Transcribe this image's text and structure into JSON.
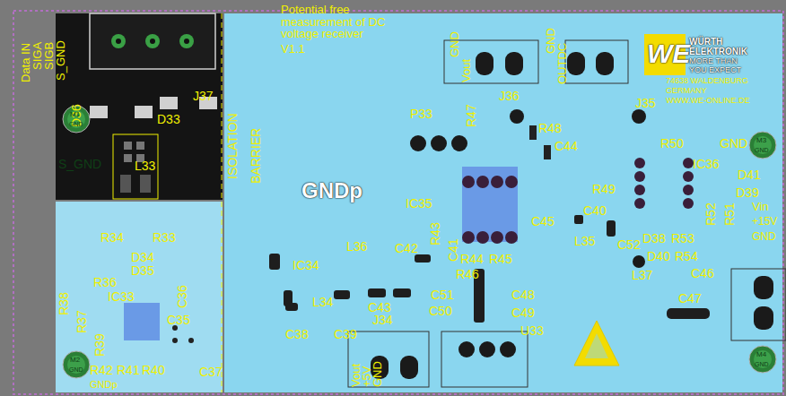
{
  "diagram": {
    "labels": [
      "Data IN",
      "SIGA",
      "SIGB",
      "S_GND",
      "Potential free measurement of DC voltage receiver",
      "V1.1",
      "GND",
      "Vout",
      "GND",
      "OUTDC",
      "WE",
      "WÜRTH",
      "ELEKTRONIK",
      "MORE THAN",
      "YOU EXPECT",
      "74638 WALDENBURG",
      "GERMANY",
      "WWW.WE-ONLINE.DE",
      "J37",
      "D36",
      "D33",
      "S_GND",
      "L33",
      "ISOLATION",
      "BARRIER",
      "J36",
      "R47",
      "R48",
      "C44",
      "P33",
      "J35",
      "R50",
      "GND",
      "IC36",
      "D41",
      "D39",
      "R49",
      "R52",
      "R51",
      "C40",
      "Vin",
      "+15V",
      "GND",
      "GNDp",
      "IC35",
      "R43",
      "C41",
      "C45",
      "L35",
      "C52",
      "D38",
      "R53",
      "D40",
      "R54",
      "L37",
      "C46",
      "C47",
      "R34",
      "R33",
      "D34",
      "D35",
      "IC34",
      "L36",
      "C42",
      "R44",
      "R45",
      "R46",
      "C43",
      "L34",
      "R36",
      "IC33",
      "C36",
      "R38",
      "R37",
      "R39",
      "C35",
      "C38",
      "C39",
      "C51",
      "C48",
      "C50",
      "C49",
      "J34",
      "U33",
      "Vout",
      "+5V",
      "GND",
      "R42",
      "R41",
      "R40",
      "GNDp",
      "C37",
      "M1",
      "GND",
      "M3",
      "GND",
      "M2",
      "GND",
      "M4",
      "GND"
    ]
  }
}
